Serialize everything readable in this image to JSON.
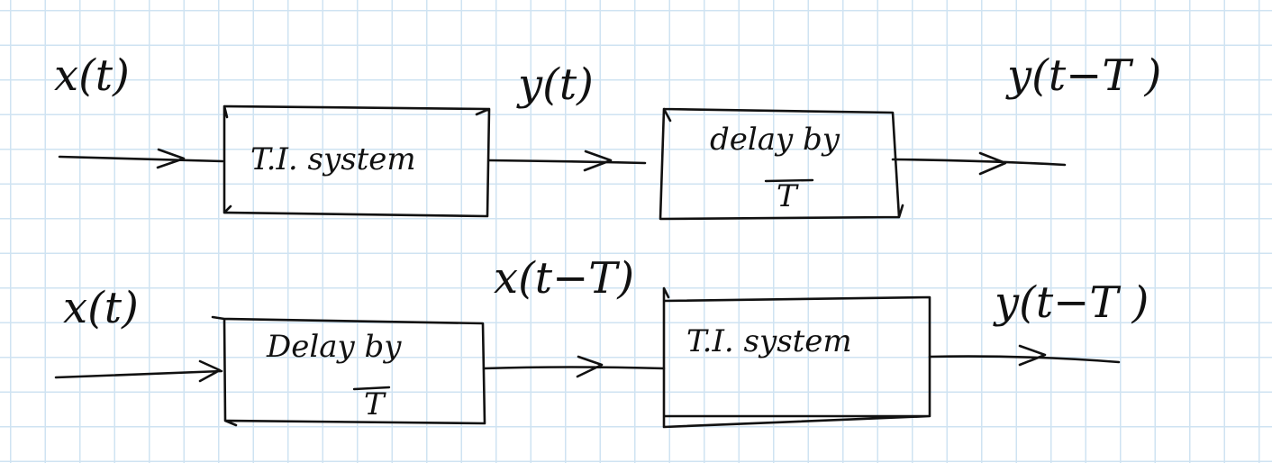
{
  "row_top": {
    "input_label": "x(t)",
    "block1_label": "T.I. system",
    "mid_label": "y(t)",
    "block2_line1": "delay by",
    "block2_line2": "T",
    "output_label": "y(t−T )"
  },
  "row_bottom": {
    "input_label": "x(t)",
    "block1_line1": "Delay by",
    "block1_line2": "T",
    "mid_label": "x(t−T)",
    "block2_label": "T.I. system",
    "output_label": "y(t−T )"
  }
}
